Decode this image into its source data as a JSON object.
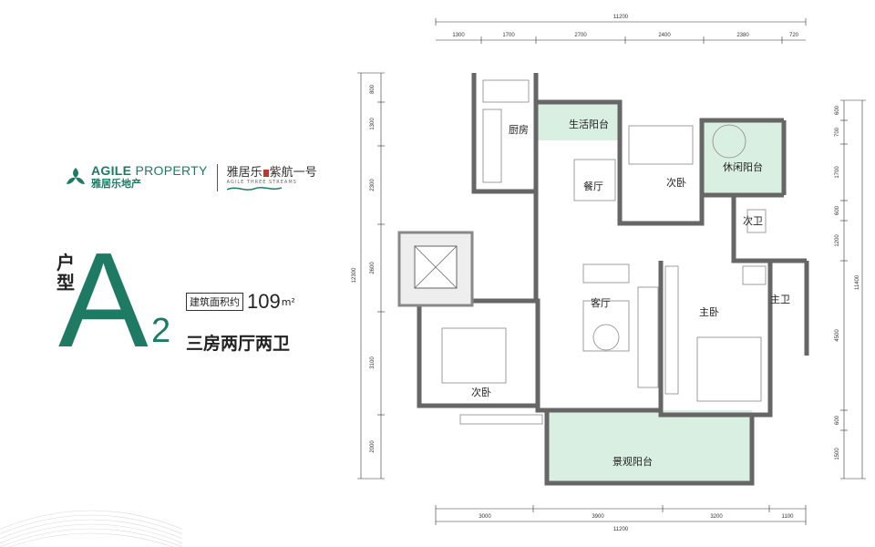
{
  "brand": {
    "name_en_bold": "AGILE",
    "name_en_light": " PROPERTY",
    "name_cn": "雅居乐地产",
    "project_name_left": "雅居乐",
    "project_name_right": "紫航一号",
    "project_sub": "AGILE THREE STREAMS"
  },
  "unit": {
    "type_label_1": "户",
    "type_label_2": "型",
    "letter": "A",
    "number": "2",
    "area_label": "建筑面积约",
    "area_value": "109",
    "area_unit": "m²",
    "layout": "三房两厅两卫"
  },
  "rooms": {
    "kitchen": "厨房",
    "utility_balcony": "生活阳台",
    "dining": "餐厅",
    "second_bedroom_top": "次卧",
    "leisure_balcony": "休闲阳台",
    "second_bath": "次卫",
    "living": "客厅",
    "master_bedroom": "主卧",
    "master_bath": "主卫",
    "second_bedroom_bottom": "次卧",
    "view_balcony": "景观阳台"
  },
  "dimensions": {
    "top_total": "11200",
    "top_segments": [
      "1300",
      "1700",
      "2700",
      "2400",
      "2380",
      "720"
    ],
    "bottom_total": "11200",
    "bottom_segments": [
      "3000",
      "3900",
      "3200",
      "1100"
    ],
    "left_total": "12300",
    "left_segments": [
      "800",
      "1300",
      "2300",
      "2600",
      "3100",
      "2000"
    ],
    "right_total": "11400",
    "right_segments": [
      "600",
      "700",
      "1700",
      "600",
      "1200",
      "4500",
      "600",
      "1500"
    ]
  },
  "colors": {
    "brand_green": "#1f7a64",
    "balcony_fill": "#d9efe1",
    "wall": "#666666"
  }
}
